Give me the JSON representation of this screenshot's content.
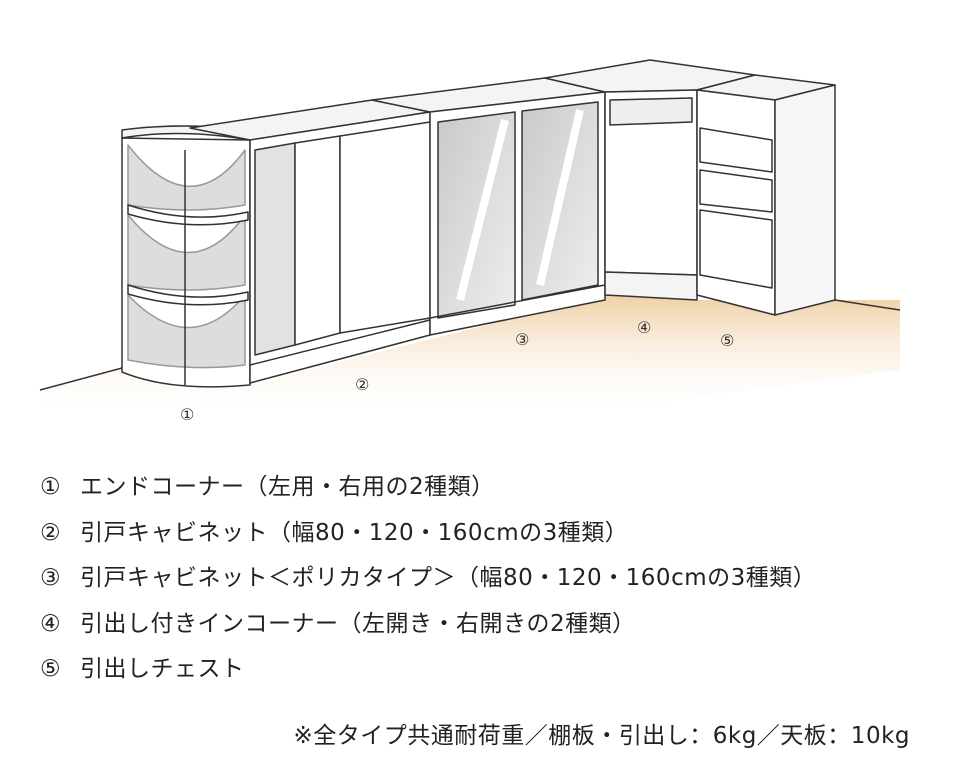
{
  "illustration": {
    "markers": [
      "①",
      "②",
      "③",
      "④",
      "⑤"
    ],
    "floor_color": "#f3d9b8"
  },
  "legend": [
    {
      "marker": "①",
      "text": "エンドコーナー（左用・右用の2種類）"
    },
    {
      "marker": "②",
      "text": "引戸キャビネット（幅80・120・160cmの3種類）"
    },
    {
      "marker": "③",
      "text": "引戸キャビネット＜ポリカタイプ＞（幅80・120・160cmの3種類）"
    },
    {
      "marker": "④",
      "text": "引出し付きインコーナー（左開き・右開きの2種類）"
    },
    {
      "marker": "⑤",
      "text": "引出しチェスト"
    }
  ],
  "note": "※全タイプ共通耐荷重／棚板・引出し：6kg／天板：10kg"
}
